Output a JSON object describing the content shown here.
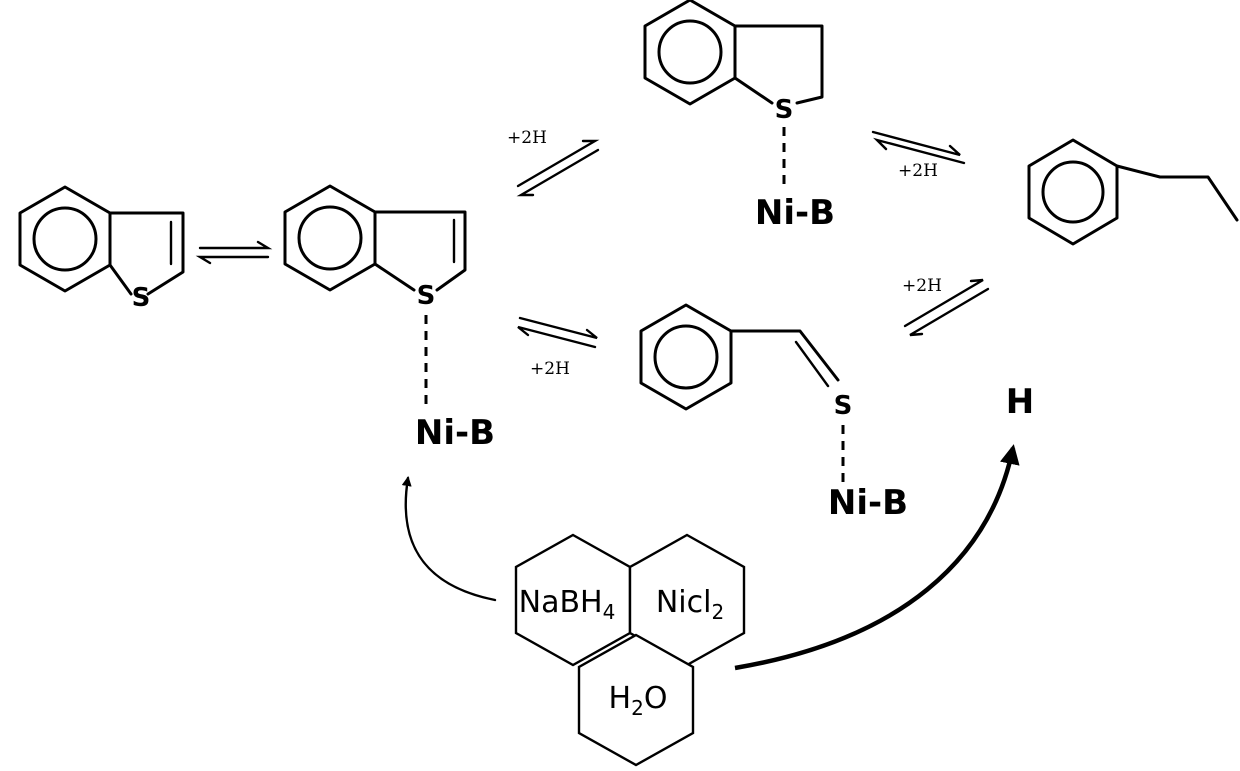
{
  "atoms": {
    "sulfur": "S",
    "catalyst": "Ni-B",
    "hydrogen": "H"
  },
  "conditions": {
    "add_hydrogen": "+2H"
  },
  "reagents": {
    "borohydride": {
      "main": "NaBH",
      "sub": "4"
    },
    "nickel_chloride": {
      "main": "Nicl",
      "sub": "2"
    },
    "water": {
      "pre": "H",
      "sub": "2",
      "post": "O"
    }
  }
}
